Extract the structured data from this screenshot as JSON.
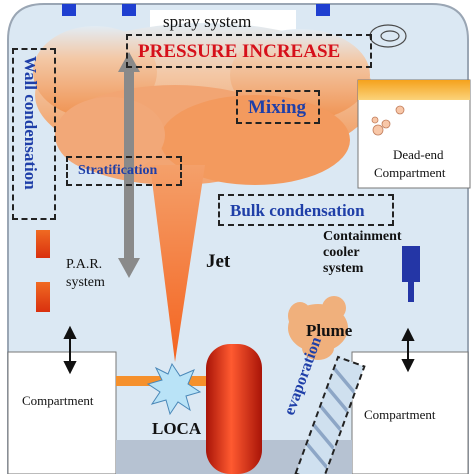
{
  "labels": {
    "spray_system": "spray system",
    "pressure_increase": "PRESSURE INCREASE",
    "mixing": "Mixing",
    "wall_condensation": "Wall condensation",
    "stratification": "Stratification",
    "dead_end_line1": "Dead-end",
    "dead_end_line2": "Compartment",
    "bulk_condensation": "Bulk condensation",
    "jet": "Jet",
    "containment_cooler_line1": "Containment",
    "containment_cooler_line2": "cooler",
    "containment_cooler_line3": "system",
    "par_line1": "P.A.R.",
    "par_line2": "system",
    "plume": "Plume",
    "compartment_left": "Compartment",
    "compartment_right": "Compartment",
    "loca": "LOCA",
    "evaporation": "evaporation"
  },
  "colors": {
    "background": "#dbe8f3",
    "cloud": "#f4a06a",
    "jet": "#f07a2c",
    "compartment": "#ffffff",
    "floor": "#b6c2d2",
    "label_blue": "#1f3fa8",
    "label_red": "#d6101a",
    "pipe": "#f5902c",
    "vessel": "#e02b12",
    "par": "#e65a1a",
    "cooler": "#2436a6",
    "dead_end_bar": "#f7a521",
    "plume": "#f0b07c",
    "arrow_gray": "#8a8a8a",
    "loca_burst": "#b9e3f7",
    "evaporation_band": "#cfe0ef"
  },
  "icons": {
    "spray_nozzle": "spray-nozzle-icon",
    "loca_burst": "burst-icon",
    "vessel": "pressure-vessel-icon",
    "par_unit": "par-unit-icon",
    "cooler_unit": "cooler-unit-icon"
  }
}
